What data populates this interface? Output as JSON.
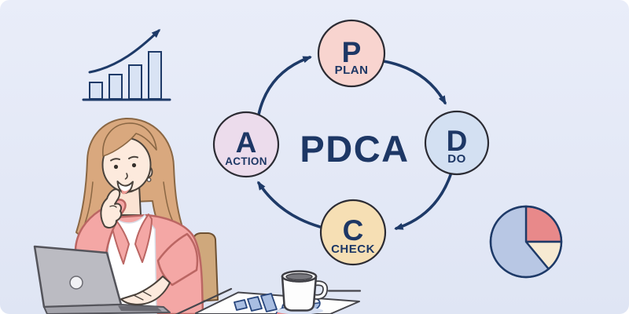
{
  "background": {
    "color_top": "#e9edf9",
    "color_bottom": "#dfe5f4"
  },
  "palette": {
    "navy": "#1d3765",
    "arrow": "#1e3a68",
    "circle_outline": "#2b2b33",
    "plan_fill": "#f8d4cf",
    "do_fill": "#d3e0f2",
    "check_fill": "#f6dfb4",
    "action_fill": "#ecdcec",
    "bar_fill": "#d9e3f4",
    "pie_red": "#e8898a",
    "pie_cream": "#f7ead2",
    "pie_blue": "#b8c7e4",
    "blazer_pink": "#f4a7a5",
    "skin": "#fdeadd",
    "hair": "#d9a87e"
  },
  "cycle": {
    "title": "PDCA",
    "steps": [
      {
        "id": "plan",
        "letter": "P",
        "label": "PLAN",
        "fill": "#f8d4cf"
      },
      {
        "id": "do",
        "letter": "D",
        "label": "DO",
        "fill": "#d3e0f2"
      },
      {
        "id": "check",
        "letter": "C",
        "label": "CHECK",
        "fill": "#f6dfb4"
      },
      {
        "id": "action",
        "letter": "A",
        "label": "ACTION",
        "fill": "#ecdcec"
      }
    ]
  },
  "chart_data": [
    {
      "type": "bar",
      "role": "decorative-growth-chart",
      "title": "",
      "categories": [
        "",
        "",
        "",
        ""
      ],
      "values": [
        21,
        31,
        43,
        60
      ],
      "trend": "up",
      "fill": "#d9e3f4",
      "stroke": "#1e3a68"
    },
    {
      "type": "pie",
      "role": "decorative-pie-chart",
      "title": "",
      "stroke": "#1e3a68",
      "slices": [
        {
          "name": "red",
          "fraction": 0.25,
          "color": "#e8898a"
        },
        {
          "name": "cream",
          "fraction": 0.14,
          "color": "#f7ead2"
        },
        {
          "name": "blue",
          "fraction": 0.61,
          "color": "#b8c7e4"
        }
      ]
    }
  ],
  "illustration": {
    "description": "woman in pink blazer thinking at laptop",
    "icons": [
      "growth-arrow-icon",
      "laptop-icon",
      "coffee-mug-icon",
      "report-paper-icon",
      "mini-bar-chart-icon",
      "mini-pie-chart-icon"
    ]
  }
}
